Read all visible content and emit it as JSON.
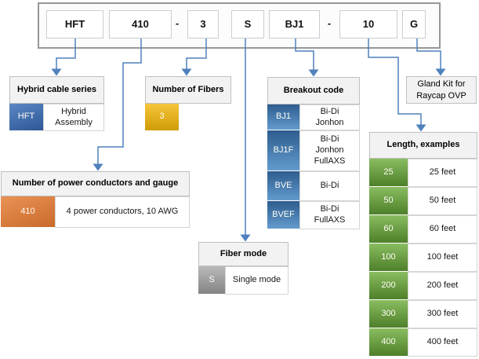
{
  "part_number": {
    "boxes": [
      "HFT",
      "410",
      "3",
      "S",
      "BJ1",
      "10",
      "G"
    ],
    "separator": "-"
  },
  "sections": {
    "hybrid_series": {
      "title": "Hybrid cable series",
      "code": "HFT",
      "desc": "Hybrid\nAssembly"
    },
    "power": {
      "title": "Number of power conductors and gauge",
      "code": "410",
      "desc": "4 power conductors, 10 AWG"
    },
    "fibers": {
      "title": "Number of Fibers",
      "code": "3"
    },
    "fiber_mode": {
      "title": "Fiber mode",
      "code": "S",
      "desc": "Single mode"
    },
    "breakout": {
      "title": "Breakout code",
      "rows": [
        {
          "code": "BJ1",
          "desc": "Bi-Di\nJonhon"
        },
        {
          "code": "BJ1F",
          "desc": "Bi-Di\nJonhon\nFullAXS"
        },
        {
          "code": "BVE",
          "desc": "Bi-Di"
        },
        {
          "code": "BVEF",
          "desc": "Bi-Di\nFullAXS"
        }
      ]
    },
    "gland": {
      "label": "Gland Kit for\nRaycap OVP"
    },
    "length": {
      "title": "Length, examples",
      "rows": [
        {
          "code": "25",
          "desc": "25 feet"
        },
        {
          "code": "50",
          "desc": "50 feet"
        },
        {
          "code": "60",
          "desc": "60 feet"
        },
        {
          "code": "100",
          "desc": "100 feet"
        },
        {
          "code": "200",
          "desc": "200 feet"
        },
        {
          "code": "300",
          "desc": "300 feet"
        },
        {
          "code": "400",
          "desc": "400 feet"
        }
      ]
    }
  },
  "colors": {
    "connector": "#4f81bd",
    "blue_dark": "#2d5795",
    "blue_light": "#5b87c5",
    "breakout_blue_dark": "#2e5c8e",
    "breakout_blue_light": "#639bcd",
    "orange_dark": "#c96a2a",
    "orange_light": "#e99356",
    "gold_dark": "#d09c04",
    "gold_light": "#f5c53c",
    "gray_dark": "#848484",
    "gray_light": "#b9b9b9",
    "green_dark": "#4e7f2a",
    "green_light": "#8abd60",
    "header_bg": "#f2f2f2"
  }
}
